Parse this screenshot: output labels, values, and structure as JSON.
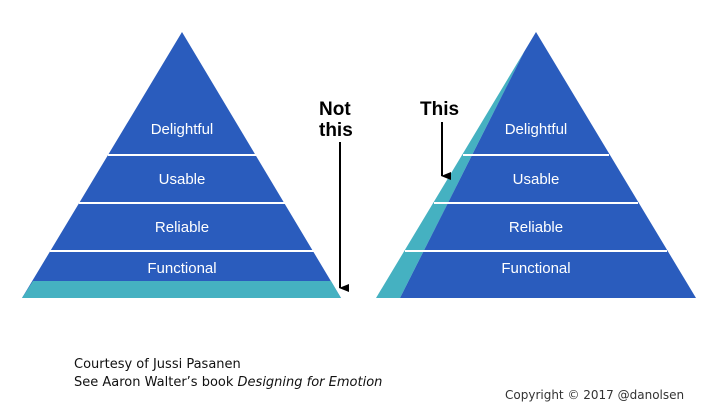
{
  "colors": {
    "pyramid_blue": "#2a5cbd",
    "teal": "#45b1c1",
    "divider": "#ffffff",
    "arrow": "#000000"
  },
  "left_pyramid": {
    "levels": [
      "Delightful",
      "Usable",
      "Reliable",
      "Functional"
    ],
    "callout_line1": "Not",
    "callout_line2": "this"
  },
  "right_pyramid": {
    "levels": [
      "Delightful",
      "Usable",
      "Reliable",
      "Functional"
    ],
    "callout": "This"
  },
  "credits": {
    "line1": "Courtesy of Jussi Pasanen",
    "line2_prefix": "See Aaron Walter’s book ",
    "line2_book": "Designing for Emotion"
  },
  "copyright": "Copyright © 2017 @danolsen"
}
